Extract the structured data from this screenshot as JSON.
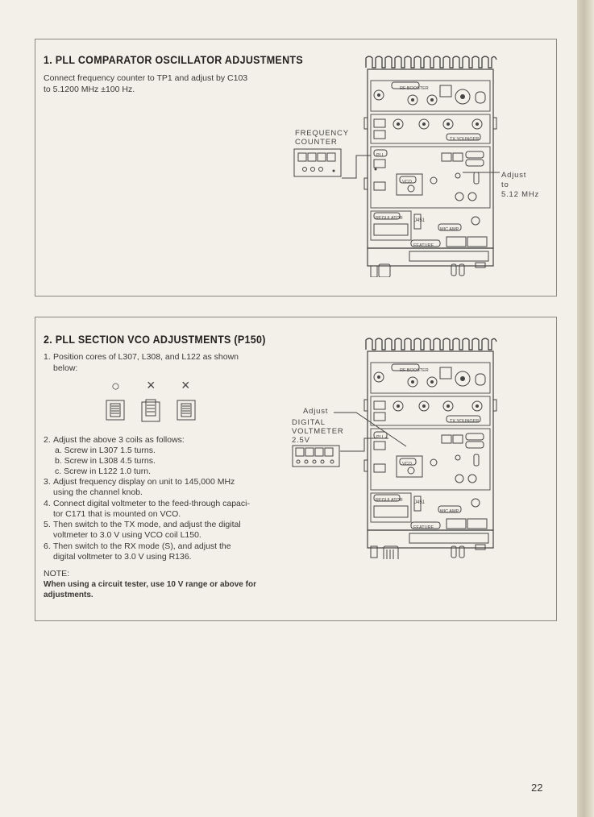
{
  "section1": {
    "title": "1. PLL COMPARATOR OSCILLATOR ADJUSTMENTS",
    "text_line1": "Connect frequency counter to TP1 and adjust by C103",
    "text_line2": "to 5.1200 MHz ±100 Hz.",
    "diagram": {
      "label_frequency": "FREQUENCY",
      "label_counter": "COUNTER",
      "label_adjust": "Adjust",
      "label_to": "to",
      "label_freq_value": "5.12 MHz",
      "board_labels": {
        "rf_booster": "RF BOOSTER",
        "tx_younger": "TX YOUNGER",
        "pll": "PLL",
        "vco": "VCO",
        "regulator": "REGULATOR",
        "mic_amp": "MIC AMP",
        "feature": "FEATURE",
        "j451": "J451"
      }
    }
  },
  "section2": {
    "title": "2. PLL SECTION VCO ADJUSTMENTS (P150)",
    "steps": [
      {
        "num": "1.",
        "line1": "Position cores of L307, L308, and L122 as shown",
        "line2": "below:"
      },
      {
        "num": "2.",
        "line1": "Adjust the above 3 coils as follows:"
      },
      {
        "num": "3.",
        "line1": "Adjust frequency display on unit to 145,000 MHz",
        "line2": "using the channel knob."
      },
      {
        "num": "4.",
        "line1": "Connect digital voltmeter to the feed-through capaci-",
        "line2": "tor C171 that is mounted on VCO."
      },
      {
        "num": "5.",
        "line1": "Then switch to the TX mode, and adjust the digital",
        "line2": "voltmeter to 3.0 V using VCO coil L150."
      },
      {
        "num": "6.",
        "line1": "Then switch to the RX mode (S), and adjust the",
        "line2": "digital voltmeter to 3.0 V using R136."
      }
    ],
    "substeps": [
      "a.  Screw in L307 1.5 turns.",
      "b.  Screw in L308 4.5 turns.",
      "c.  Screw in L122 1.0 turn."
    ],
    "core_symbols": [
      "○",
      "×",
      "×"
    ],
    "note_label": "NOTE:",
    "note_line1": "When using a circuit tester, use 10 V range or above for",
    "note_line2": "adjustments.",
    "diagram": {
      "label_adjust": "Adjust",
      "label_digital": "DIGITAL",
      "label_voltmeter": "VOLTMETER",
      "label_voltage": "2.5V",
      "board_labels": {
        "rf_booster": "RF BOOSTER",
        "tx_younger": "TX YOUNGER",
        "pll": "PLL",
        "vco": "VCO",
        "regulator": "REGULATOR",
        "mic_amp": "MIC AMP",
        "feature": "FEATURE",
        "j451": "J451"
      }
    }
  },
  "page_number": "22"
}
